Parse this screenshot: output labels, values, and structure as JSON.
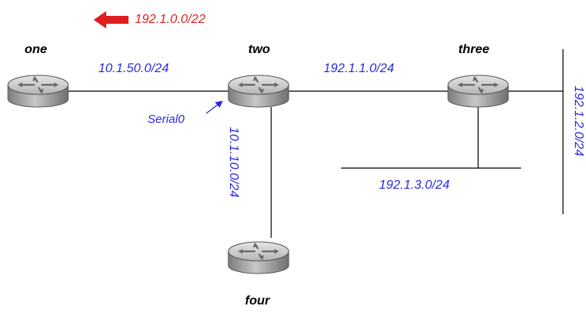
{
  "routers": {
    "one": {
      "name": "one"
    },
    "two": {
      "name": "two"
    },
    "three": {
      "name": "three"
    },
    "four": {
      "name": "four"
    }
  },
  "networks": {
    "one_two": "10.1.50.0/24",
    "two_three": "192.1.1.0/24",
    "two_four": "10.1.10.0/24",
    "three_lan": "192.1.3.0/24",
    "three_right": "192.1.2.0/24"
  },
  "interface_label": "Serial0",
  "summary_route": "192.1.0.0/22",
  "colors": {
    "network_label": "#2a2ae0",
    "summary_label": "#e02020",
    "summary_arrow": "#e02020",
    "router_body": "#a4a4a4",
    "router_top": "#d6d6d6",
    "link": "#000000"
  },
  "icons": {
    "router": "router-icon",
    "summary_arrow": "arrow-left-icon",
    "interface_pointer": "arrow-pointer-icon"
  }
}
